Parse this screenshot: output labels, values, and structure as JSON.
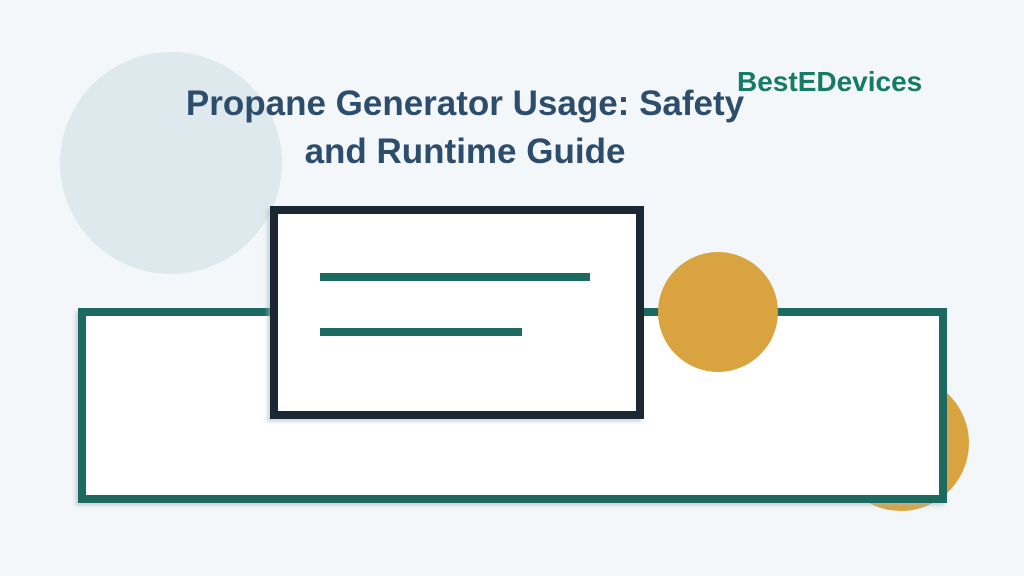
{
  "slide": {
    "title": {
      "lines": [
        "Propane Generator Usage: Safety",
        "and Runtime Guide"
      ]
    },
    "brand": {
      "name": "BestEDevices"
    }
  },
  "colors": {
    "background": "#f3f7f9",
    "title_color": "#2d4d6d",
    "brand_green": "#157a66",
    "teal": "#1d6b60",
    "dark_navy": "#1b2732",
    "orange": "#d9a440",
    "light_circle": "#dde9ec"
  }
}
